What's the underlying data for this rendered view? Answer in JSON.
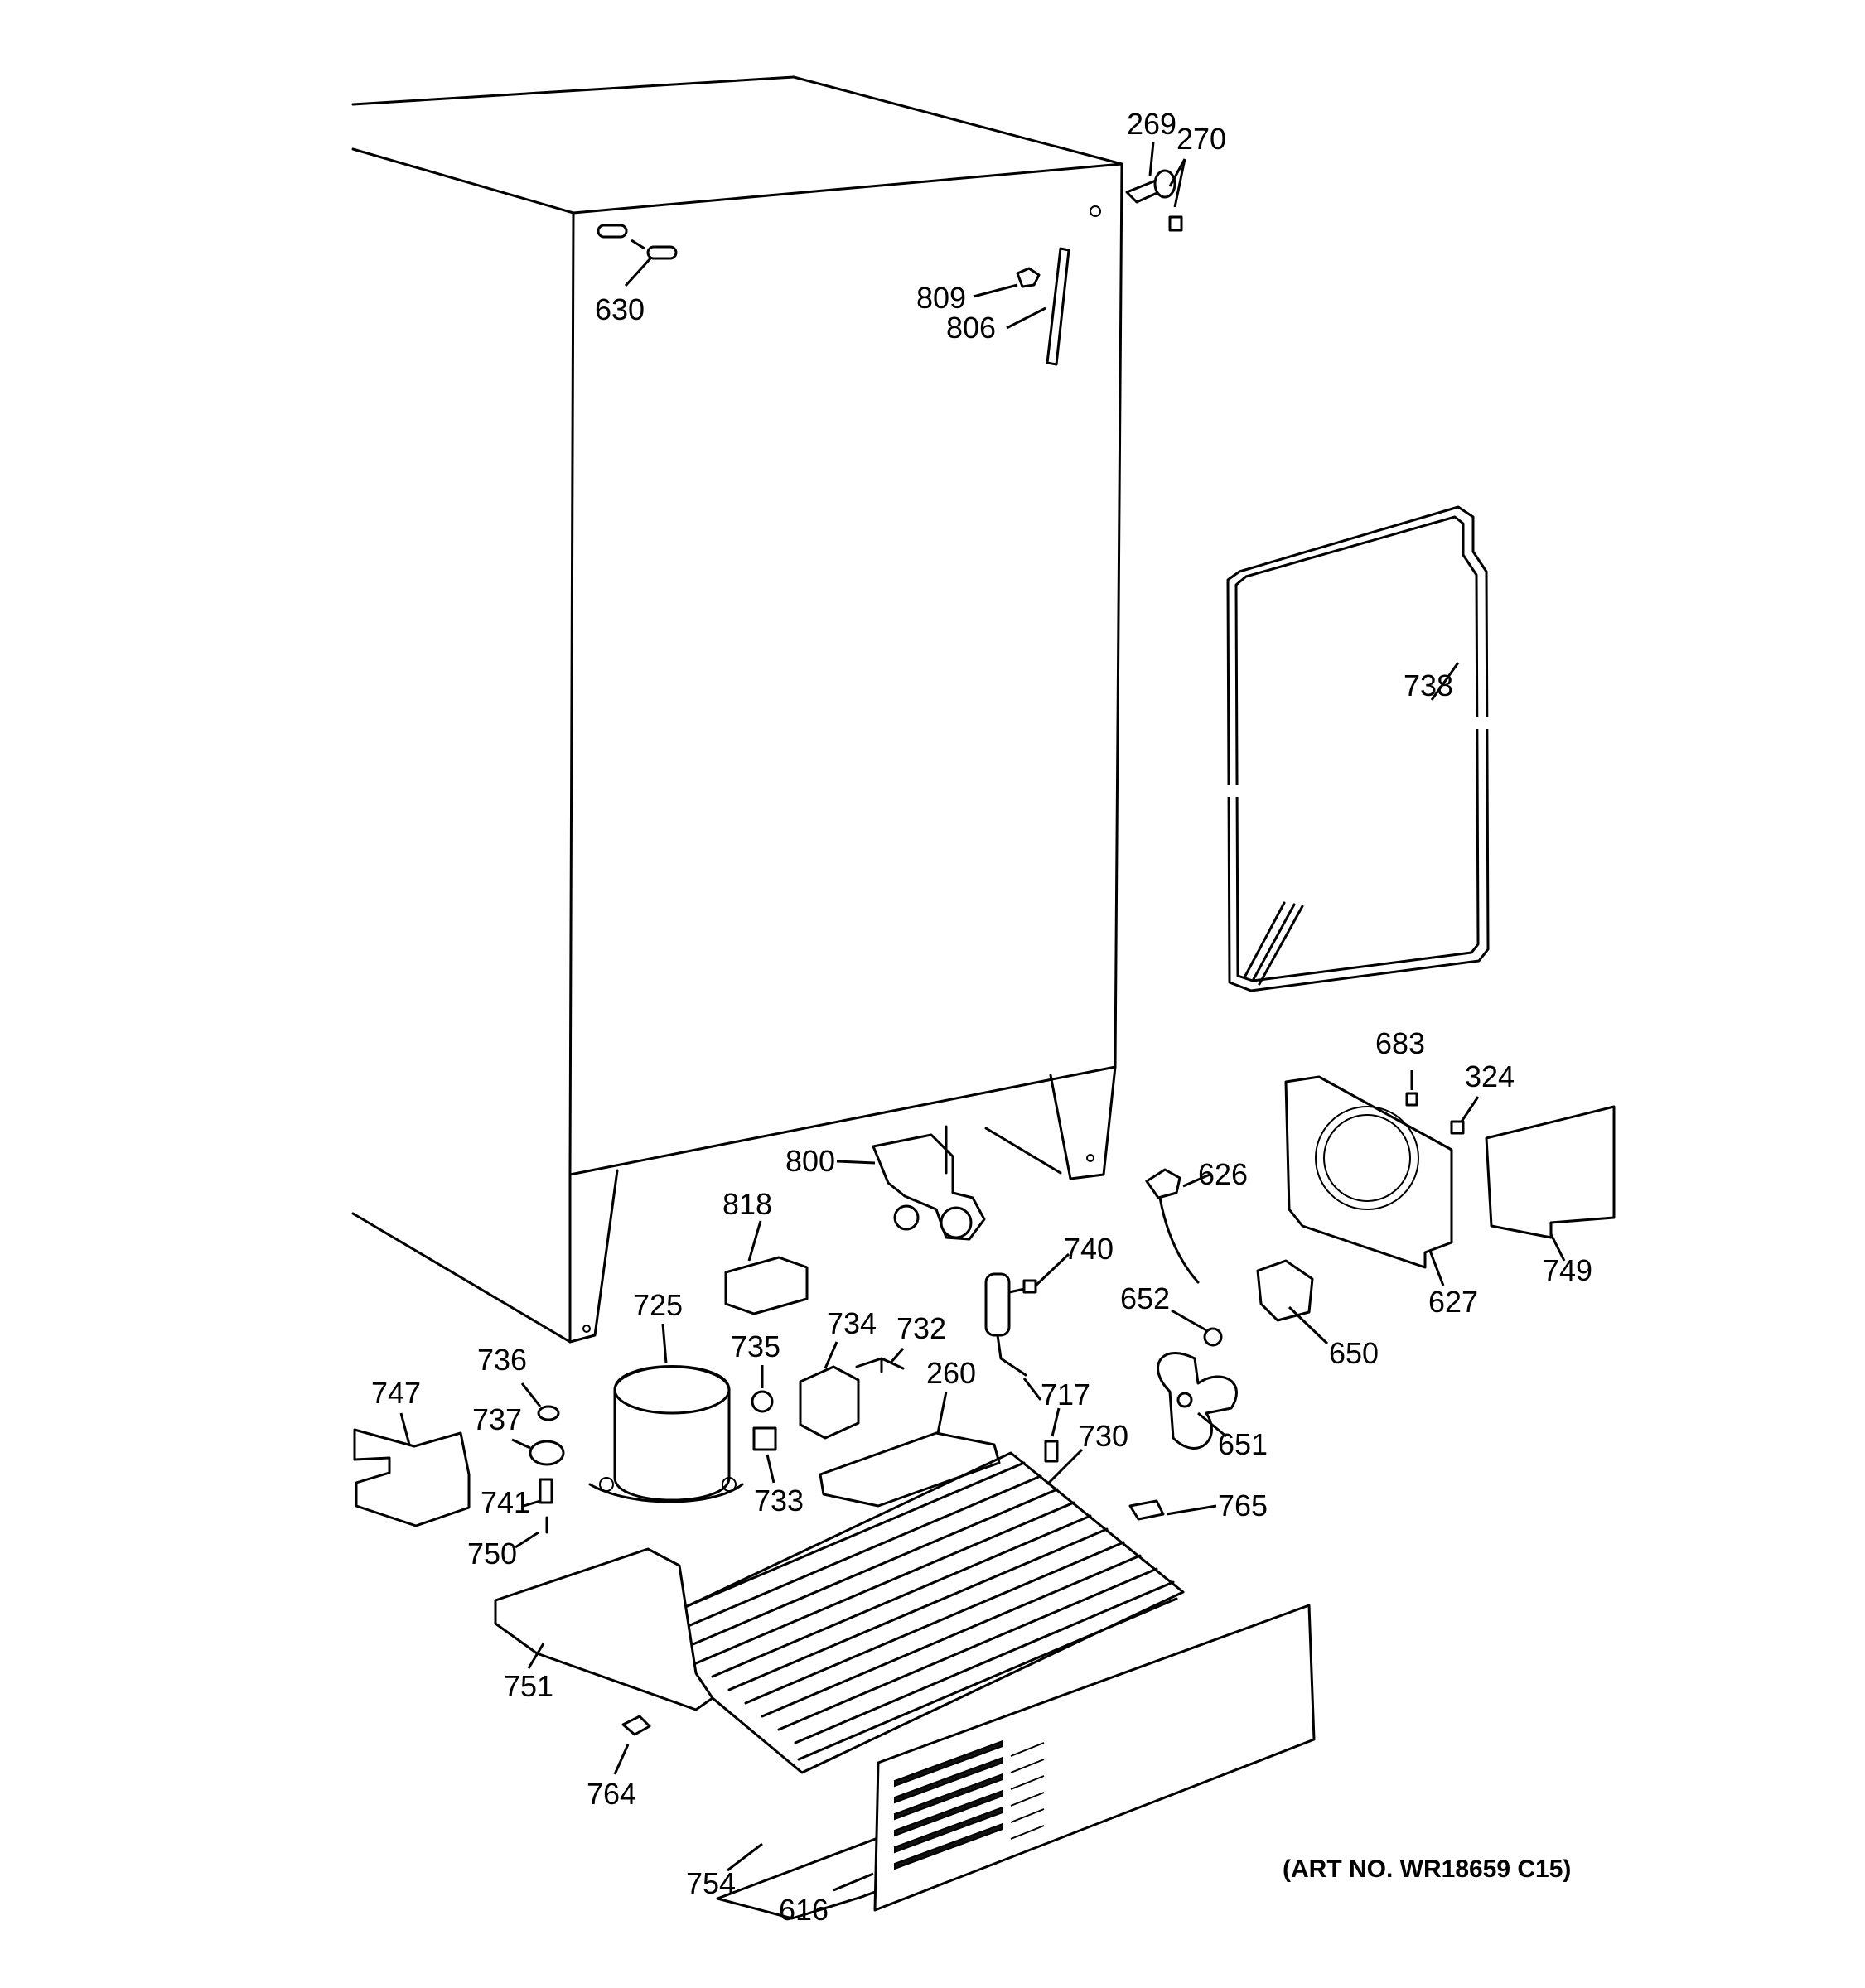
{
  "art_number": "(ART NO. WR18659 C15)",
  "callouts": {
    "c269": "269",
    "c270": "270",
    "c630": "630",
    "c809": "809",
    "c806": "806",
    "c738": "738",
    "c683": "683",
    "c324": "324",
    "c800": "800",
    "c626": "626",
    "c818": "818",
    "c740": "740",
    "c749": "749",
    "c627": "627",
    "c652": "652",
    "c650": "650",
    "c725": "725",
    "c735": "735",
    "c734": "734",
    "c732": "732",
    "c736": "736",
    "c747": "747",
    "c737": "737",
    "c260": "260",
    "c717": "717",
    "c730": "730",
    "c651": "651",
    "c741": "741",
    "c733": "733",
    "c765": "765",
    "c750": "750",
    "c751": "751",
    "c764": "764",
    "c754": "754",
    "c616": "616"
  }
}
